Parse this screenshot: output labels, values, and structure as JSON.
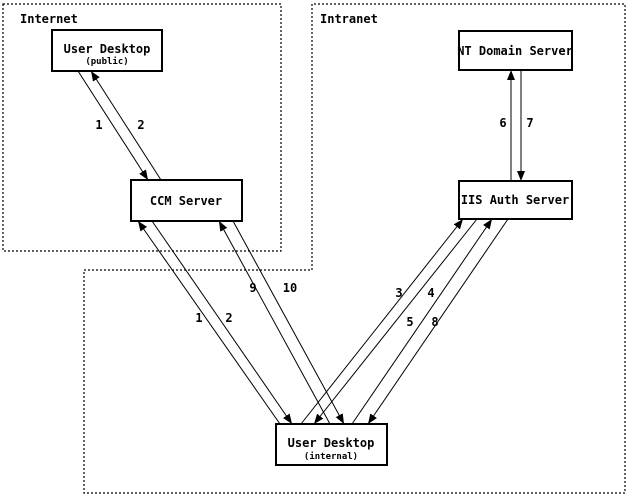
{
  "diagram_type": "network-authentication-flow",
  "colors": {
    "ink": "#000000",
    "background": "#ffffff"
  },
  "zones": {
    "internet": {
      "label": "Internet"
    },
    "intranet": {
      "label": "Intranet"
    }
  },
  "nodes": {
    "user_desktop_public": {
      "title": "User Desktop",
      "subtitle": "(public)"
    },
    "ccm_server": {
      "title": "CCM Server"
    },
    "nt_domain_server": {
      "title": "NT Domain Server"
    },
    "iis_auth_server": {
      "title": "IIS Auth Server"
    },
    "user_desktop_internal": {
      "title": "User Desktop",
      "subtitle": "(internal)"
    }
  },
  "edges": [
    {
      "label": "1",
      "from": "user_desktop_public",
      "to": "ccm_server"
    },
    {
      "label": "2",
      "from": "ccm_server",
      "to": "user_desktop_public"
    },
    {
      "label": "1",
      "from": "user_desktop_internal",
      "to": "ccm_server"
    },
    {
      "label": "2",
      "from": "ccm_server",
      "to": "user_desktop_internal"
    },
    {
      "label": "9",
      "from": "user_desktop_internal",
      "to": "ccm_server"
    },
    {
      "label": "10",
      "from": "ccm_server",
      "to": "user_desktop_internal"
    },
    {
      "label": "3",
      "from": "user_desktop_internal",
      "to": "iis_auth_server"
    },
    {
      "label": "4",
      "from": "iis_auth_server",
      "to": "user_desktop_internal"
    },
    {
      "label": "5",
      "from": "user_desktop_internal",
      "to": "iis_auth_server"
    },
    {
      "label": "8",
      "from": "iis_auth_server",
      "to": "user_desktop_internal"
    },
    {
      "label": "6",
      "from": "iis_auth_server",
      "to": "nt_domain_server"
    },
    {
      "label": "7",
      "from": "nt_domain_server",
      "to": "iis_auth_server"
    }
  ]
}
